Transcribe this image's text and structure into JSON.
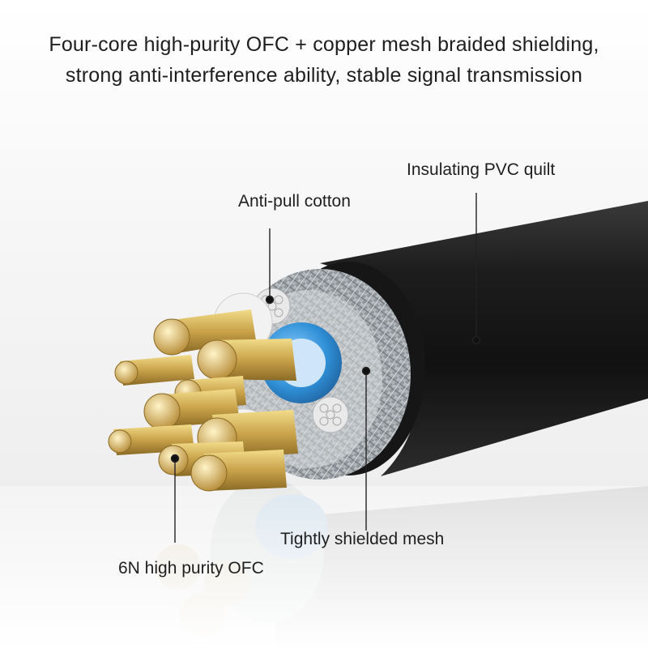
{
  "headline": {
    "line1": "Four-core high-purity OFC + copper mesh braided shielding,",
    "line2": "strong anti-interference ability, stable signal transmission"
  },
  "labels": {
    "pvc": "Insulating PVC quilt",
    "cotton": "Anti-pull cotton",
    "mesh": "Tightly shielded mesh",
    "ofc": "6N high purity OFC"
  },
  "colors": {
    "jacket": "#1a1a1a",
    "mesh": "#9aa0a6",
    "copper": "#c9a24a",
    "insulator_blue": "#2f8fd6",
    "cotton": "#e6e6e6"
  }
}
